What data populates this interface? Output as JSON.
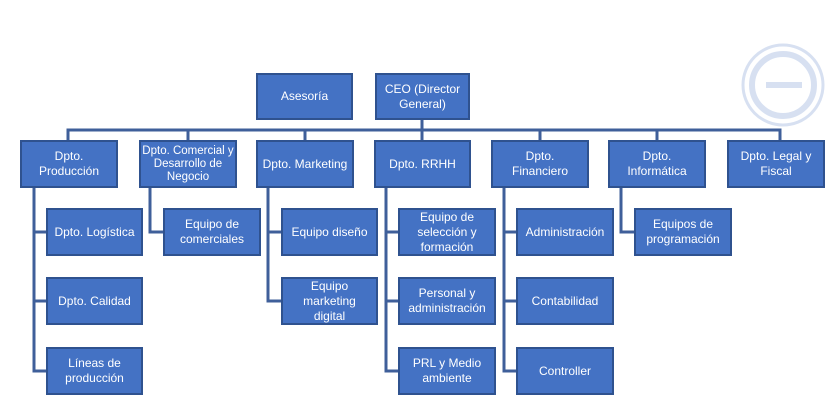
{
  "top": {
    "asesoria": "Asesoría",
    "ceo": "CEO (Director General)"
  },
  "departments": {
    "produccion": "Dpto. Producción",
    "comercial": "Dpto. Comercial y Desarrollo de Negocio",
    "marketing": "Dpto. Marketing",
    "rrhh": "Dpto. RRHH",
    "financiero": "Dpto. Financiero",
    "informatica": "Dpto. Informática",
    "legal": "Dpto. Legal y Fiscal"
  },
  "subunits": {
    "logistica": "Dpto. Logística",
    "calidad": "Dpto. Calidad",
    "lineas": "Líneas de producción",
    "equipo_comerciales": "Equipo de comerciales",
    "equipo_diseno": "Equipo diseño",
    "equipo_marketing_digital": "Equipo marketing digital",
    "seleccion": "Equipo de selección y formación",
    "personal": "Personal y administración",
    "prl": "PRL y Medio ambiente",
    "administracion": "Administración",
    "contabilidad": "Contabilidad",
    "controller": "Controller",
    "programacion": "Equipos de programación"
  },
  "colors": {
    "box_fill": "#4472c4",
    "box_border": "#2f528f",
    "connector": "#3f5f9a",
    "text": "#ffffff"
  }
}
